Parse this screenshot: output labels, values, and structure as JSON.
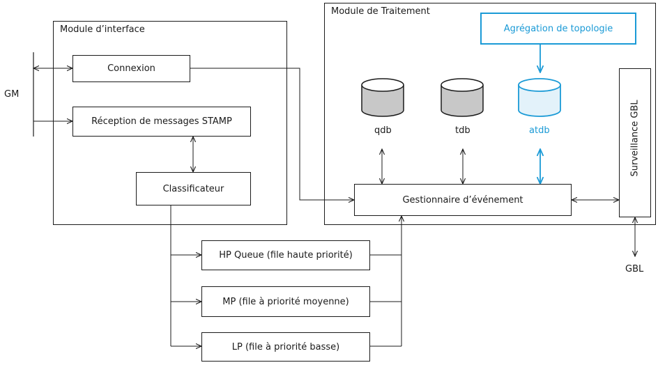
{
  "colors": {
    "line": "#1a1a1a",
    "accent": "#1a9ad6"
  },
  "modules": {
    "interface": "Module d’interface",
    "processing": "Module de Traitement"
  },
  "nodes": {
    "connexion": "Connexion",
    "reception": "Réception de messages STAMP",
    "classificateur": "Classificateur",
    "gestionnaire": "Gestionnaire d’événement",
    "aggregation": "Agrégation de topologie",
    "surveillance": "Surveillance GBL",
    "hp_queue": "HP Queue (file haute priorité)",
    "mp_queue": "MP (file à priorité moyenne)",
    "lp_queue": "LP (file à priorité basse)"
  },
  "databases": {
    "qdb": "qdb",
    "tdb": "tdb",
    "atdb": "atdb"
  },
  "external": {
    "gm": "GM",
    "gbl": "GBL"
  }
}
